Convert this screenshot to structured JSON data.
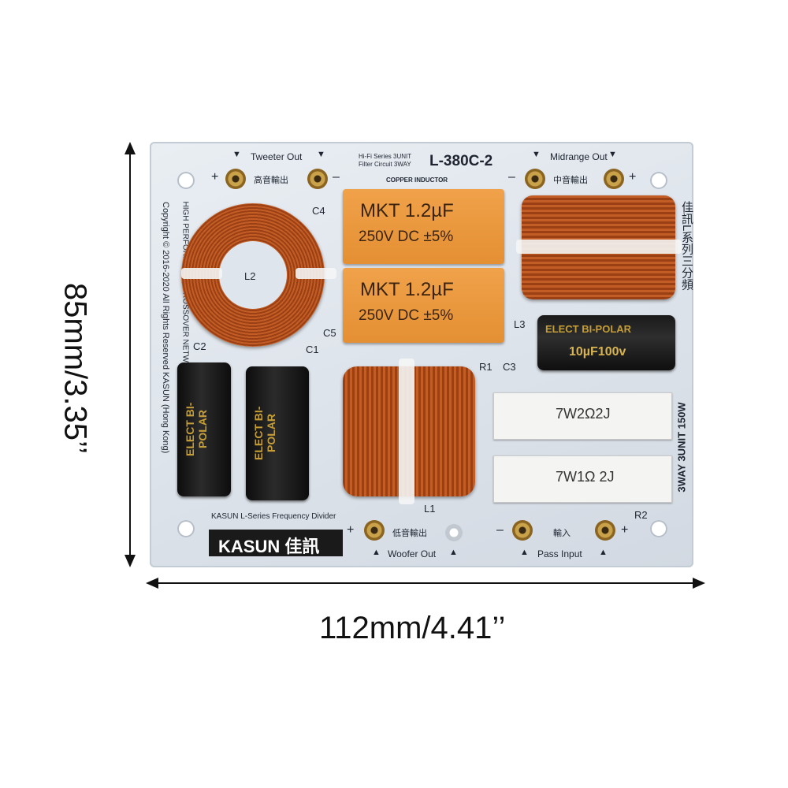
{
  "dimensions": {
    "height_label": "85mm/3.35’’",
    "width_label": "112mm/4.41’’"
  },
  "board": {
    "top_left_output": "Tweeter Out",
    "tweeter_cn": "高音輸出",
    "top_right_output": "Midrange Out",
    "midrange_cn": "中音輸出",
    "series_line1": "Hi-Fi Series  3UNIT",
    "series_line2": "Filter Circuit  3WAY",
    "model": "L-380C-2",
    "copper": "COPPER INDUCTOR",
    "woofer_out": "Woofer Out",
    "woofer_cn": "低音輸出",
    "pass_input": "Pass Input",
    "input_cn": "輸入",
    "kasun_line": "KASUN L-Series Frequency Divider",
    "brand": "KASUN 佳訊",
    "copyright": "Copyright © 2016-2020  All Rights Reserved KASUN (Hong Kong)",
    "network": "HIGH PERFORMANCE CROSSOVER NETWORK",
    "side_cn": "佳訊L系列三分頻",
    "rating": "3WAY 3UNIT 150W",
    "plus": "+",
    "minus": "–"
  },
  "components": {
    "c4_label": "C4",
    "c5_label": "C5",
    "c2_label": "C2",
    "c1_label": "C1",
    "c3_label": "C3",
    "l1_label": "L1",
    "l2_label": "L2",
    "l3_label": "L3",
    "r1_label": "R1",
    "r2_label": "R2",
    "cap_value": "MKT  1.2µF",
    "cap_rating": "250V DC ±5%",
    "ecap_text": "ELECT BI-POLAR",
    "c3_text1": "ELECT  BI-POLAR",
    "c3_text2": "10µF100v",
    "r_top": "7W2Ω2J",
    "r_bottom": "7W1Ω 2J"
  }
}
